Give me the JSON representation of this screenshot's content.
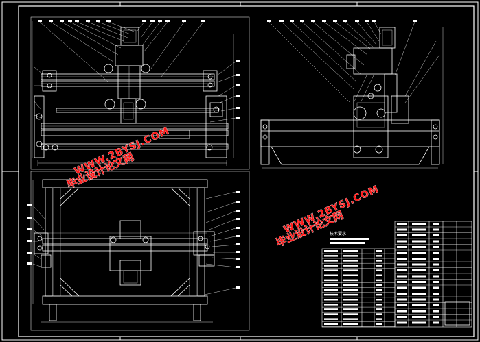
{
  "drawing": {
    "title_block_heading": "技术要求",
    "colors": {
      "background": "#000000",
      "lines": "#ffffff",
      "watermark": "#ff1a1a"
    }
  },
  "watermark": {
    "top": {
      "cn": "毕业设计论文网",
      "url": "WWW.2BYSJ.COM"
    },
    "bottom": {
      "cn": "毕业设计论文网",
      "url": "WWW.2BYSJ.COM"
    }
  }
}
